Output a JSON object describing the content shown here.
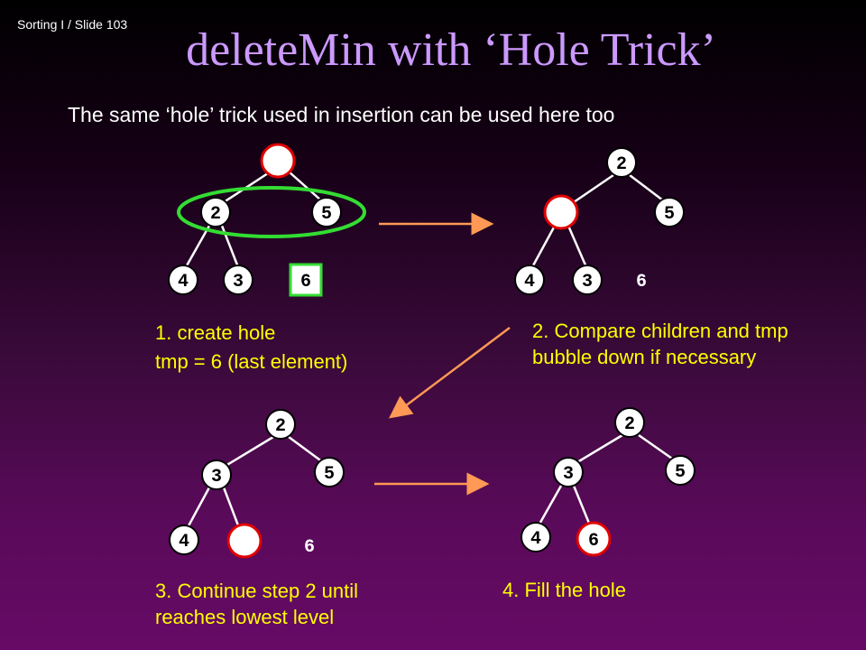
{
  "header": {
    "label": "Sorting I  / Slide 103"
  },
  "title": "deleteMin with ‘Hole Trick’",
  "subtitle": "The same ‘hole’ trick used in insertion can be used here too",
  "steps": [
    {
      "caption_lines": [
        "1. create hole",
        "tmp = 6 (last element)"
      ]
    },
    {
      "caption_lines": [
        "2. Compare children and tmp",
        "bubble down if necessary"
      ]
    },
    {
      "caption_lines": [
        "3. Continue step 2 until",
        "reaches lowest level"
      ]
    },
    {
      "caption_lines": [
        "4. Fill the hole"
      ]
    }
  ],
  "trees": {
    "step1": {
      "root": "",
      "left": "2",
      "right": "5",
      "left_left": "4",
      "left_right": "3",
      "tmp": "6"
    },
    "step2": {
      "root": "2",
      "left": "",
      "right": "5",
      "left_left": "4",
      "left_right": "3",
      "tmp": "6"
    },
    "step3": {
      "root": "2",
      "left": "3",
      "right": "5",
      "left_left": "4",
      "left_right": "",
      "tmp": "6"
    },
    "step4": {
      "root": "2",
      "left": "3",
      "right": "5",
      "left_left": "4",
      "left_right": "6"
    }
  },
  "colors": {
    "title": "#cc99ff",
    "caption": "#ffff00",
    "hole": "#e00000",
    "highlight": "#33dd33",
    "arrow": "#ff9955"
  }
}
